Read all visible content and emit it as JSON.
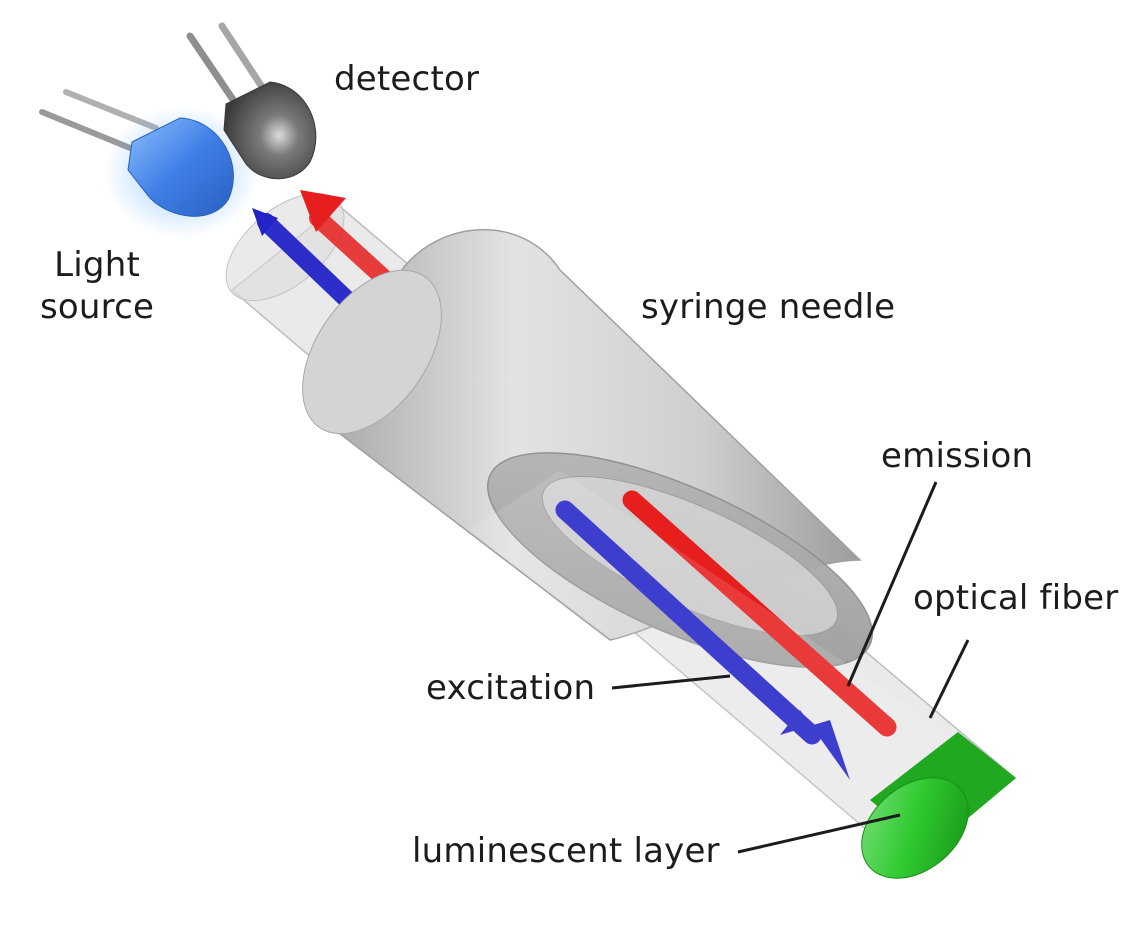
{
  "labels": {
    "light_source_line1": "Light",
    "light_source_line2": "source",
    "detector": "detector",
    "syringe_needle": "syringe needle",
    "emission": "emission",
    "optical_fiber": "optical fiber",
    "excitation": "excitation",
    "luminescent_layer": "luminescent layer"
  },
  "colors": {
    "excitation": "#2323c8",
    "emission": "#e61e1e",
    "luminescent_layer": "#2ec82e",
    "light_source": "#3f7fe6",
    "needle": "#c9c9c9"
  }
}
